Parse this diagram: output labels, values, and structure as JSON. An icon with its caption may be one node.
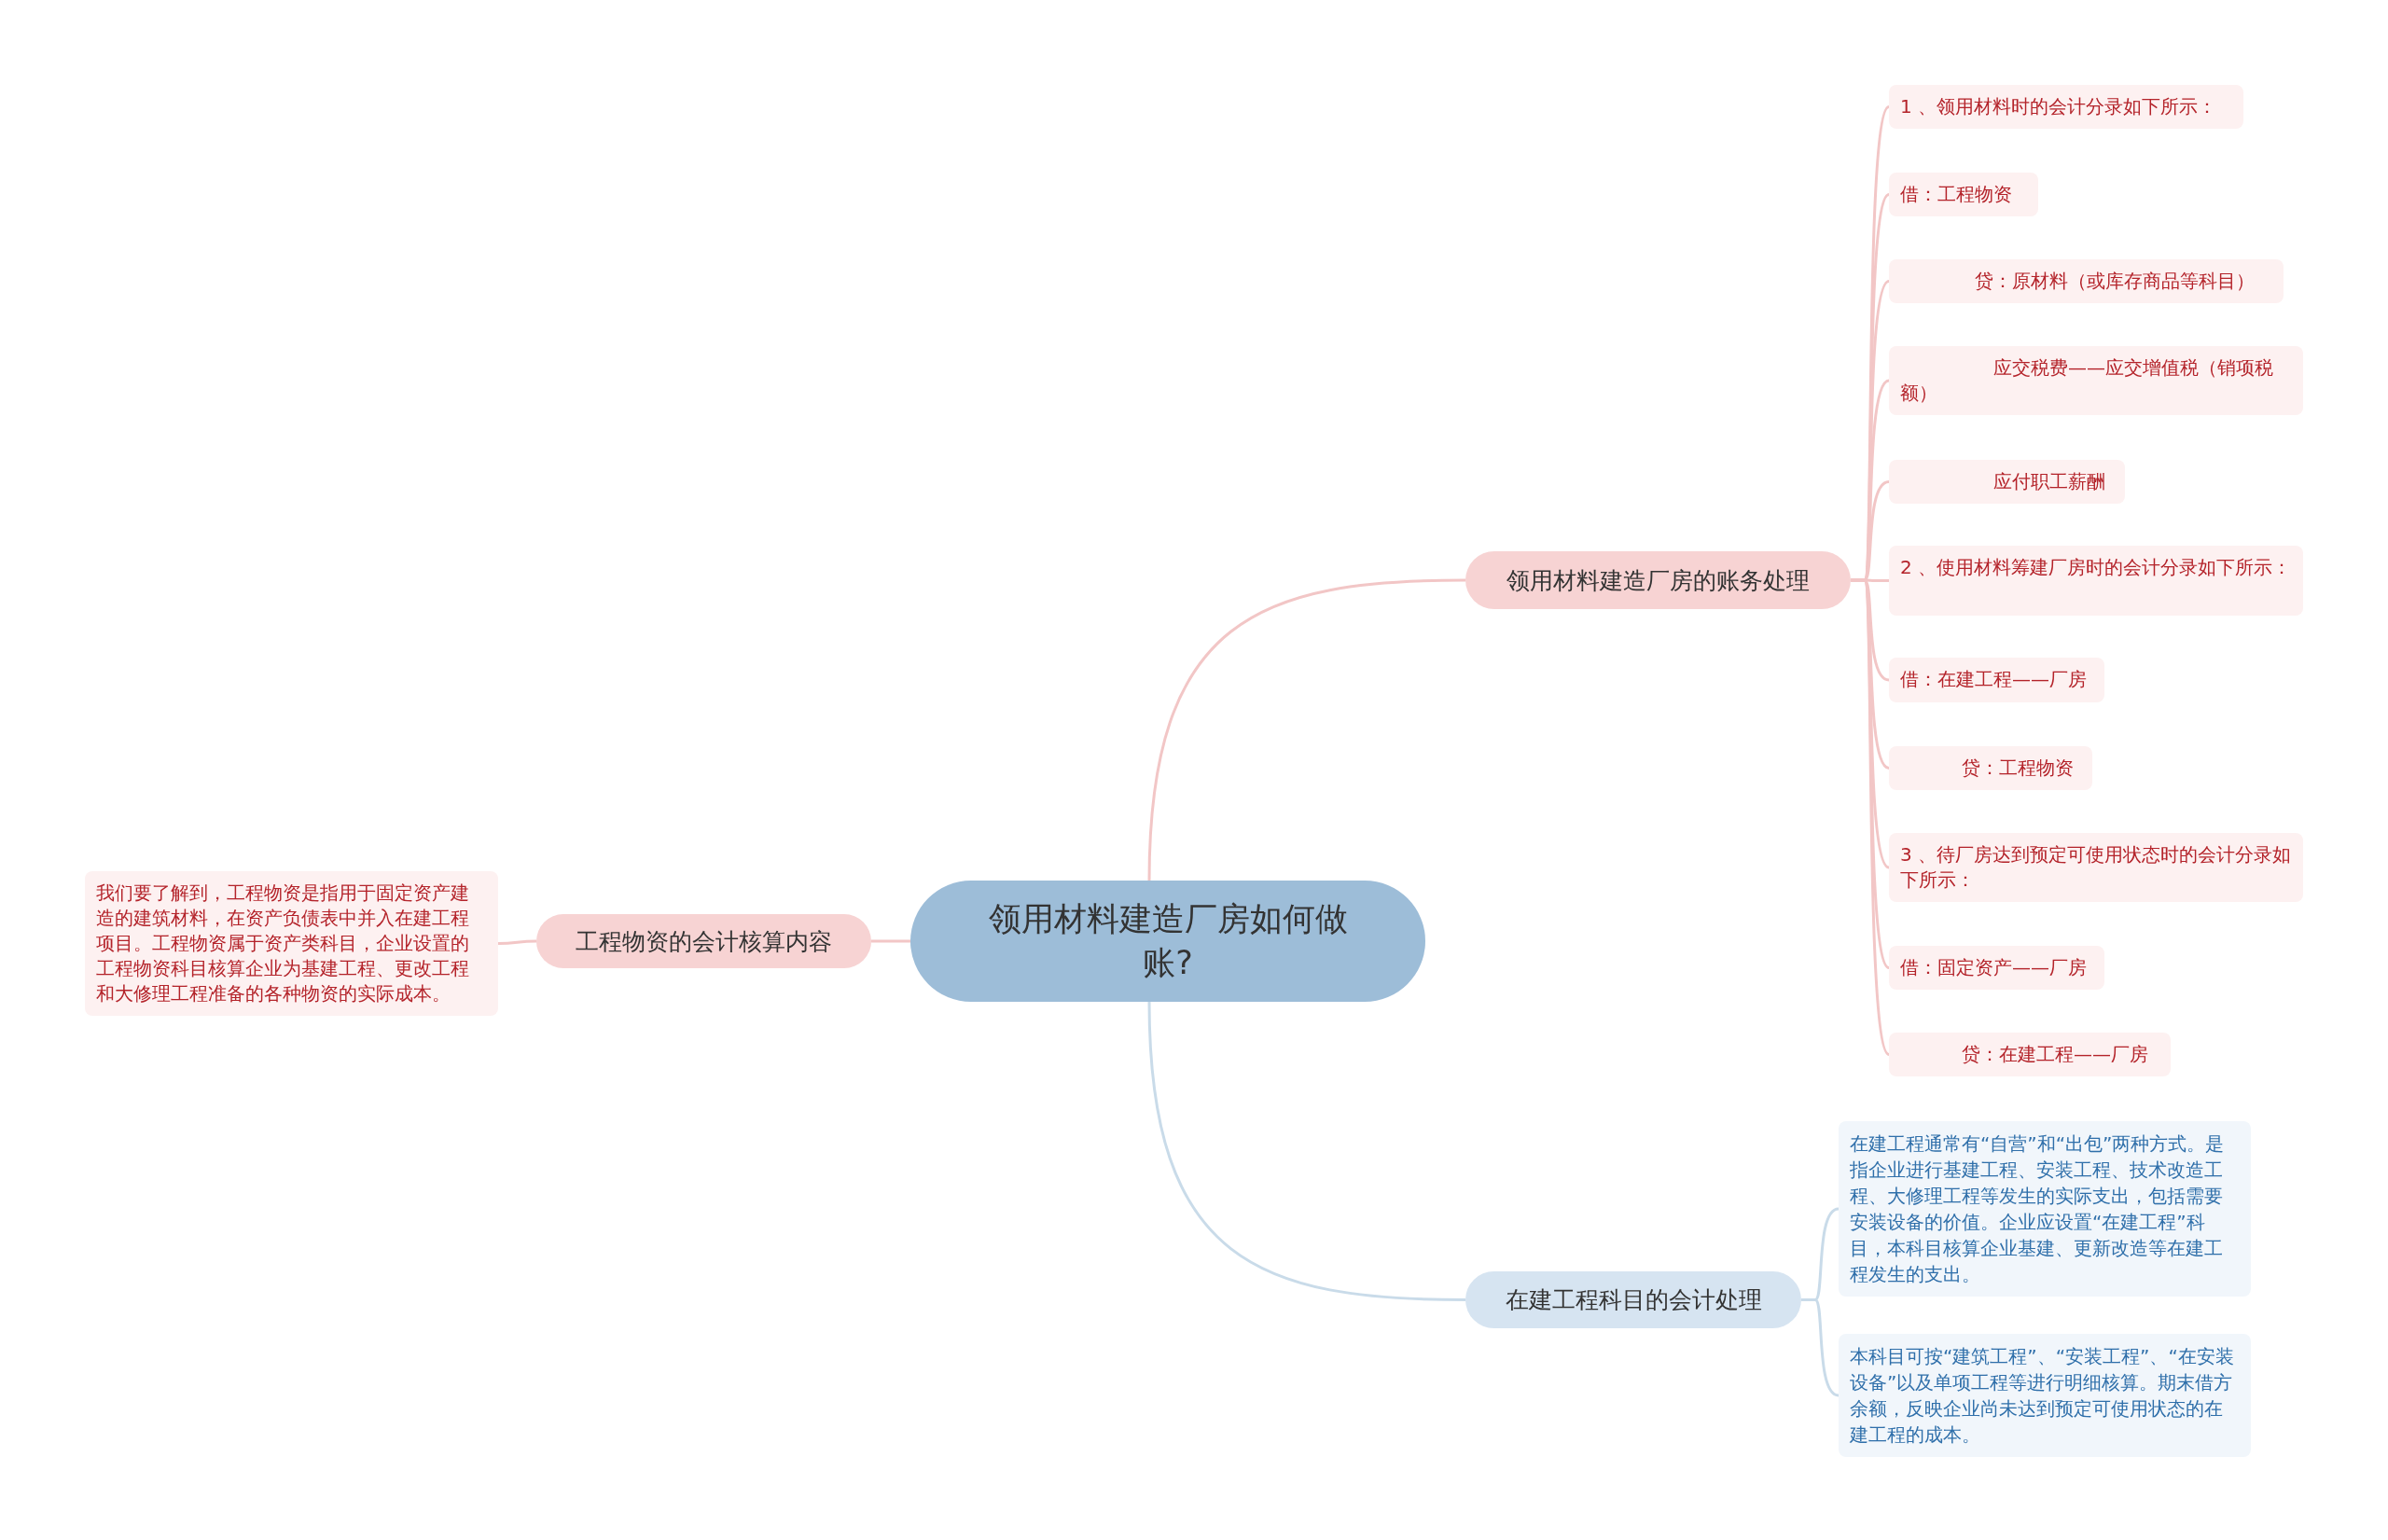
{
  "diagram": {
    "nodes": [
      {
        "text": [
          "领用材料建造厂房如何做账?"
        ]
      },
      {
        "text": [
          "领用材料建造厂房的账务处理"
        ]
      },
      {
        "text": [
          "1 、领用材料时的会计分录如下所示："
        ]
      },
      {
        "text": [
          "借：工程物资"
        ]
      },
      {
        "text": [
          "贷：原材料（或库存商品等科目）"
        ]
      },
      {
        "text": [
          "应交税费——应交增值税（销项税额）"
        ]
      },
      {
        "text": [
          "应付职工薪酬"
        ]
      },
      {
        "text": [
          "2 、使用材料筹建厂房时的会计分录如下所示："
        ]
      },
      {
        "text": [
          "借：在建工程——厂房"
        ]
      },
      {
        "text": [
          "贷：工程物资"
        ]
      },
      {
        "text": [
          "3 、待厂房达到预定可使用状态时的会计分录如下所示："
        ]
      },
      {
        "text": [
          "借：固定资产——厂房"
        ]
      },
      {
        "text": [
          "贷：在建工程——厂房"
        ]
      },
      {
        "text": [
          "工程物资的会计核算内容"
        ]
      },
      {
        "text": [
          "我们要了解到，工程物资是指用于固定资产建造的建筑材料，在资产负债表中并入在建工程项目。工程物资属于资产类科目，企业设置的工程物资科目核算企业为基建工程、更改工程和大修理工程准备的各种物资的实际成本。"
        ]
      },
      {
        "text": [
          "在建工程科目的会计处理"
        ]
      },
      {
        "text": [
          "在建工程通常有“自营”和“出包”两种方式。是指企业进行基建工程、安装工程、技术改造工程、大修理工程等发生的实际支出，包括需要安装设备的价值。企业应设置“在建工程”科目，本科目核算企业基建、更新改造等在建工程发生的支出。"
        ]
      },
      {
        "text": [
          "本科目可按“建筑工程”、“安装工程”、“在安装设备”以及单项工程等进行明细核算。期末借方余额，反映企业尚未达到预定可使用状态的在建工程的成本。"
        ]
      }
    ],
    "edges": [
      {
        "from": 0,
        "to": 1,
        "arrow": "none"
      },
      {
        "from": 1,
        "to": 2,
        "arrow": "none"
      },
      {
        "from": 1,
        "to": 3,
        "arrow": "none"
      },
      {
        "from": 1,
        "to": 4,
        "arrow": "none"
      },
      {
        "from": 1,
        "to": 5,
        "arrow": "none"
      },
      {
        "from": 1,
        "to": 6,
        "arrow": "none"
      },
      {
        "from": 1,
        "to": 7,
        "arrow": "none"
      },
      {
        "from": 1,
        "to": 8,
        "arrow": "none"
      },
      {
        "from": 1,
        "to": 9,
        "arrow": "none"
      },
      {
        "from": 1,
        "to": 10,
        "arrow": "none"
      },
      {
        "from": 1,
        "to": 11,
        "arrow": "none"
      },
      {
        "from": 1,
        "to": 12,
        "arrow": "none"
      },
      {
        "from": 0,
        "to": 13,
        "arrow": "none"
      },
      {
        "from": 13,
        "to": 14,
        "arrow": "none"
      },
      {
        "from": 0,
        "to": 15,
        "arrow": "none",
        "color": "#c9dbe9"
      },
      {
        "from": 15,
        "to": 16,
        "arrow": "none",
        "color": "#c9dbe9"
      },
      {
        "from": 15,
        "to": 17,
        "arrow": "none",
        "color": "#c9dbe9"
      }
    ]
  }
}
